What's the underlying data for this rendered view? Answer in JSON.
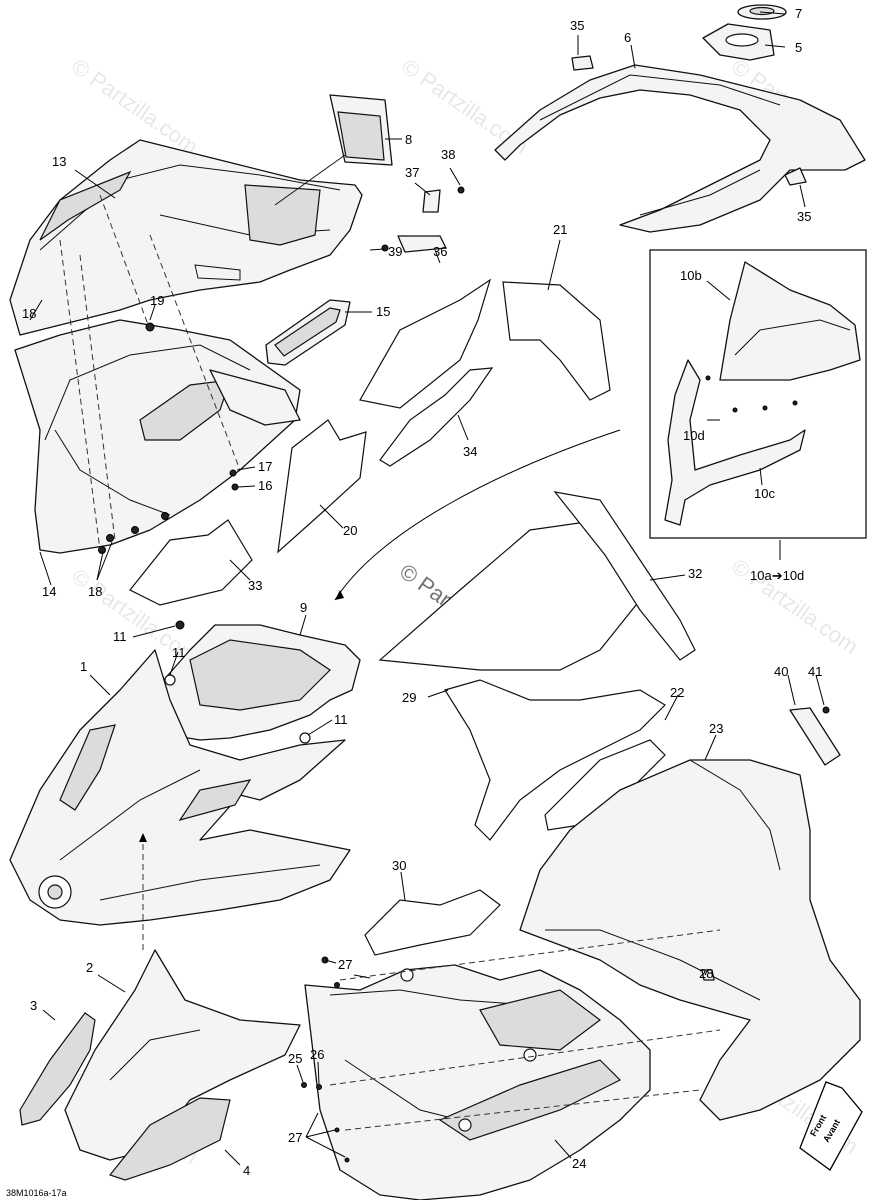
{
  "watermark": {
    "repeat_text": "© Partzilla.com",
    "center_text": "© Partzilla.com"
  },
  "reference_code": "38M1016a-17a",
  "direction_badge": {
    "line1": "Front",
    "line2": "Avant"
  },
  "inset_range_label": "10a➔10d",
  "callouts": {
    "c7": "7",
    "c5": "5",
    "c35a": "35",
    "c6": "6",
    "c35b": "35",
    "c8": "8",
    "c38": "38",
    "c37": "37",
    "c39": "39",
    "c36": "36",
    "c13": "13",
    "c18a": "18",
    "c19": "19",
    "c15": "15",
    "c21": "21",
    "c34": "34",
    "c17": "17",
    "c16": "16",
    "c20": "20",
    "c14": "14",
    "c18b": "18",
    "c33": "33",
    "c10b": "10b",
    "c10d": "10d",
    "c10c": "10c",
    "c32": "32",
    "c9": "9",
    "c11a": "11",
    "c11b": "11",
    "c11c": "11",
    "c1": "1",
    "c29": "29",
    "c22": "22",
    "c40": "40",
    "c41": "41",
    "c23": "23",
    "c30": "30",
    "c2": "2",
    "c3": "3",
    "c27a": "27",
    "c28": "28",
    "c25": "25",
    "c26": "26",
    "c27b": "27",
    "c4": "4",
    "c24": "24"
  }
}
